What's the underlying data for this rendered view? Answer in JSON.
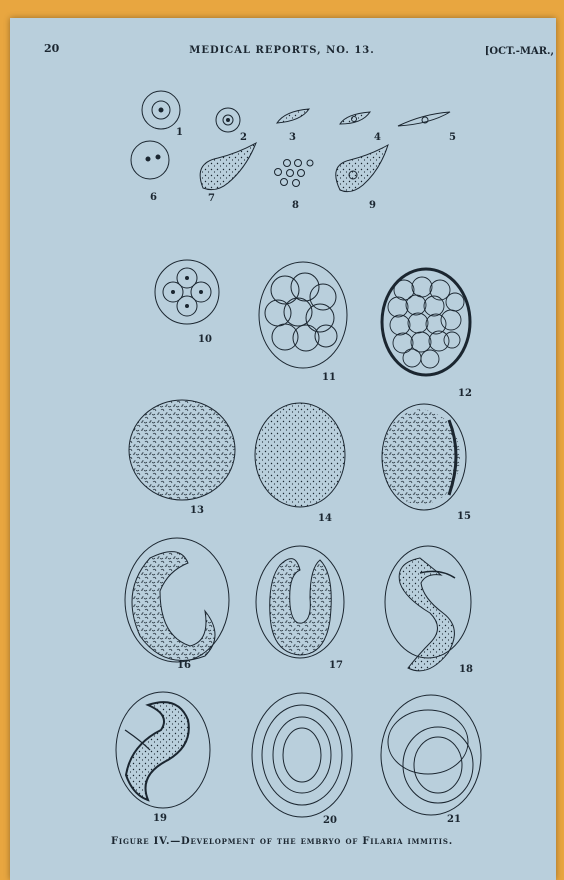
{
  "page_number": "20",
  "running_header": "MEDICAL REPORTS, NO. 13.",
  "header_right": "[OCT.-MAR.,",
  "figure_labels": [
    "1",
    "2",
    "3",
    "4",
    "5",
    "6",
    "7",
    "8",
    "9",
    "10",
    "11",
    "12",
    "13",
    "14",
    "15",
    "16",
    "17",
    "18",
    "19",
    "20",
    "21"
  ],
  "caption": "Figure IV.—Development of the embryo of Filaria immitis."
}
